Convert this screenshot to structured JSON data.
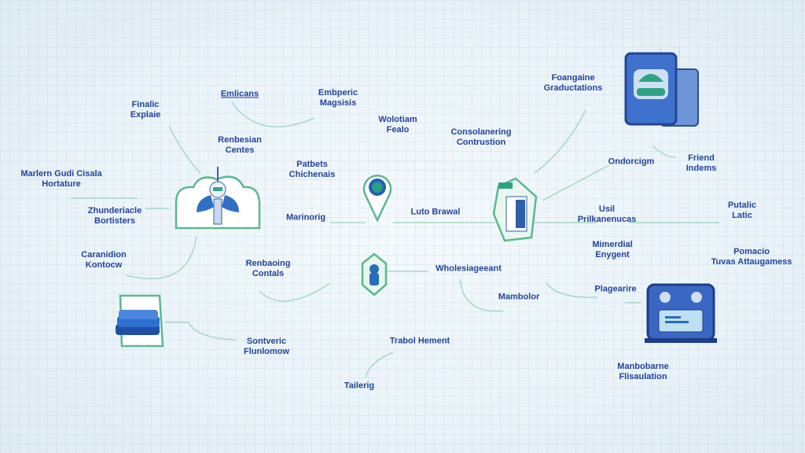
{
  "colors": {
    "text": "#23449a",
    "line": "#9fd3c4",
    "accent": "#3a6fd0",
    "green": "#5bb88e"
  },
  "labels": [
    {
      "id": "emlicans",
      "lines": [
        "Emlicans"
      ]
    },
    {
      "id": "embperic",
      "lines": [
        "Embperic",
        "Magsisis"
      ]
    },
    {
      "id": "finalic",
      "lines": [
        "Finalic",
        "Explaie"
      ]
    },
    {
      "id": "wolotiam",
      "lines": [
        "Wolotiam",
        "Fealo"
      ]
    },
    {
      "id": "foangaine",
      "lines": [
        "Foangaine",
        "Graductations"
      ]
    },
    {
      "id": "consolanering",
      "lines": [
        "Consolanering",
        "Contrustion"
      ]
    },
    {
      "id": "renbesian",
      "lines": [
        "Renbesian",
        "Centes"
      ]
    },
    {
      "id": "patbets",
      "lines": [
        "Patbets",
        "Chichenais"
      ]
    },
    {
      "id": "ondorcigm",
      "lines": [
        "Ondorcigm"
      ]
    },
    {
      "id": "friend",
      "lines": [
        "Friend",
        "Indems"
      ]
    },
    {
      "id": "marlern",
      "lines": [
        "Marlern Gudi Cisala",
        "Hortature"
      ]
    },
    {
      "id": "zhunderiacle",
      "lines": [
        "Zhunderiacle",
        "Bortisters"
      ]
    },
    {
      "id": "marinorig",
      "lines": [
        "Marinorig"
      ]
    },
    {
      "id": "luto",
      "lines": [
        "Luto Brawal"
      ]
    },
    {
      "id": "usil",
      "lines": [
        "Usil",
        "Prilkanenucas"
      ]
    },
    {
      "id": "putalic",
      "lines": [
        "Putalic",
        "Latic"
      ]
    },
    {
      "id": "caranidion",
      "lines": [
        "Caranidion",
        "Kontocw"
      ]
    },
    {
      "id": "mimerdial",
      "lines": [
        "Mimerdial",
        "Enygent"
      ]
    },
    {
      "id": "pomacio",
      "lines": [
        "Pomacio",
        "Tuvas Attaugamess"
      ]
    },
    {
      "id": "renbaoing",
      "lines": [
        "Renbaoing",
        "Contals"
      ]
    },
    {
      "id": "wholesiageeant",
      "lines": [
        "Wholesiageeant"
      ]
    },
    {
      "id": "mambolor",
      "lines": [
        "Mambolor"
      ]
    },
    {
      "id": "plagearire",
      "lines": [
        "Plagearire"
      ]
    },
    {
      "id": "sontveric",
      "lines": [
        "Sontveric",
        "Flunlomow"
      ]
    },
    {
      "id": "trabol",
      "lines": [
        "Trabol Hement"
      ]
    },
    {
      "id": "tailerig",
      "lines": [
        "Tailerig"
      ]
    },
    {
      "id": "manbobarne",
      "lines": [
        "Manbobarne",
        "Flisaulation"
      ]
    }
  ]
}
